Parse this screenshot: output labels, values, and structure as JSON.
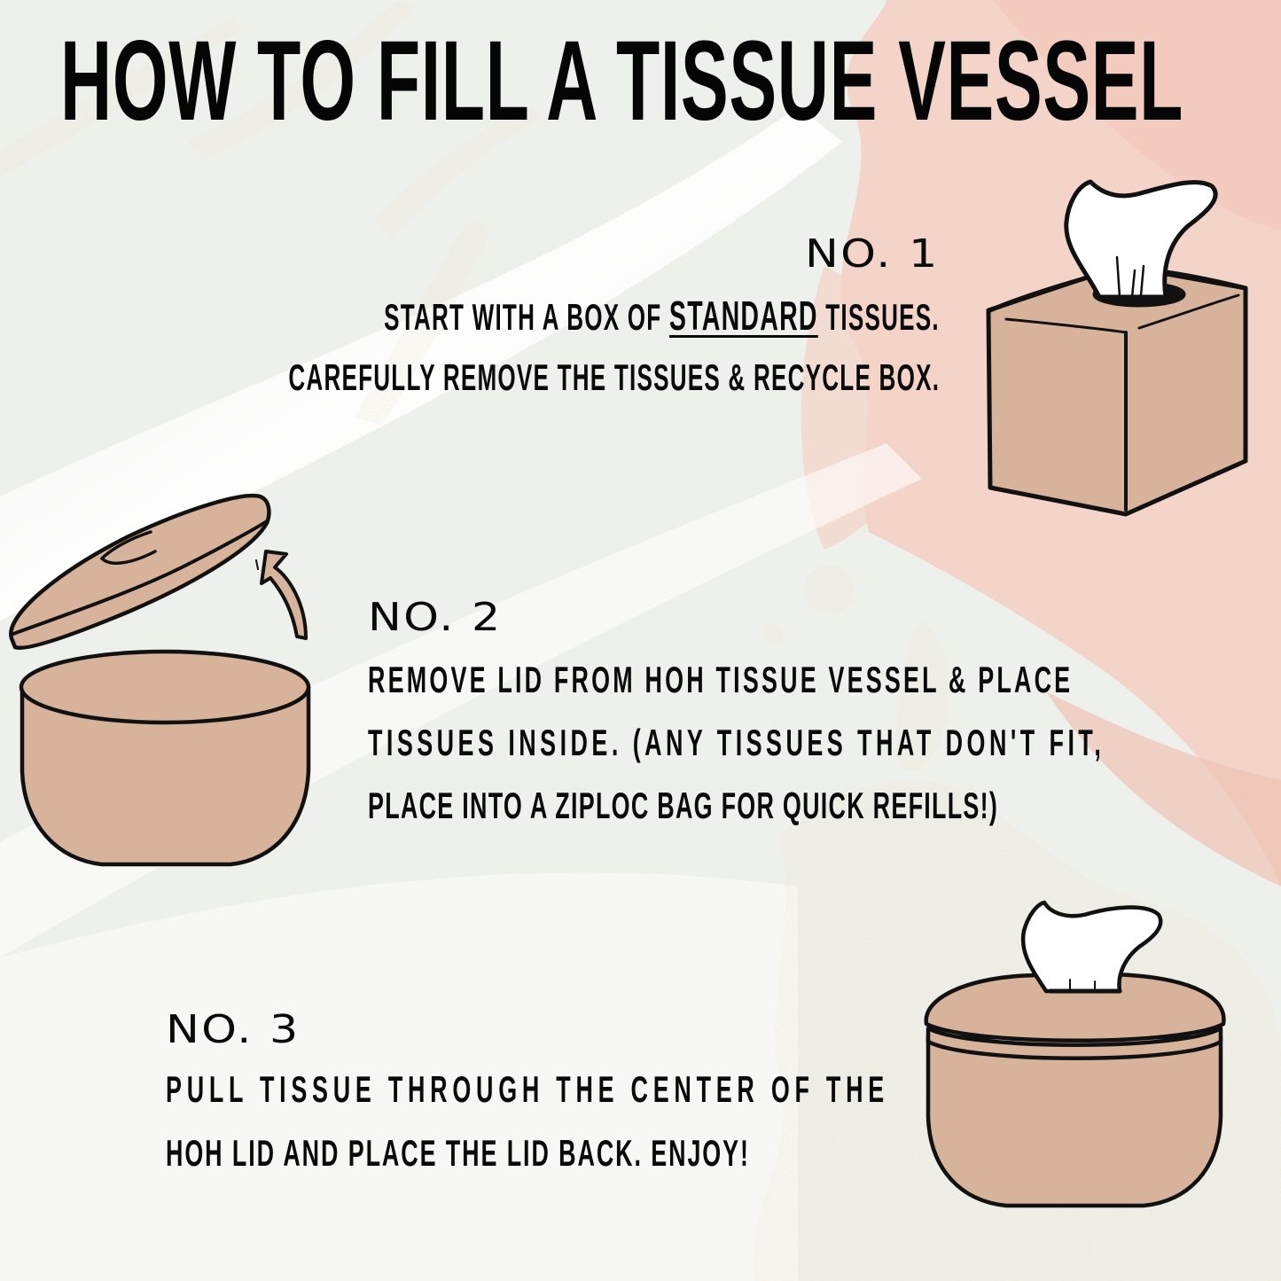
{
  "title": "HOW TO FILL A TISSUE VESSEL",
  "colors": {
    "background": "#eef0ec",
    "pink_wash": "#f4d3c8",
    "gold_glitter": "#d9c9a0",
    "tan_fill": "#d7b39c",
    "outline": "#111111",
    "tissue": "#ffffff",
    "text": "#050505"
  },
  "steps": [
    {
      "number": "NO. 1",
      "lines": [
        {
          "before": "START WITH A BOX OF ",
          "emphasis": "STANDARD",
          "after": " TISSUES."
        },
        {
          "text": "CAREFULLY REMOVE THE TISSUES & RECYCLE BOX."
        }
      ],
      "illustration": "tissue-box-icon"
    },
    {
      "number": "NO. 2",
      "lines": [
        {
          "text": "REMOVE LID FROM HOH TISSUE VESSEL & PLACE"
        },
        {
          "text": "TISSUES INSIDE. (ANY TISSUES THAT DON'T FIT,"
        },
        {
          "text": "PLACE INTO A ZIPLOC BAG FOR QUICK REFILLS!)"
        }
      ],
      "illustration": "open-vessel-with-lid-icon"
    },
    {
      "number": "NO. 3",
      "lines": [
        {
          "text": "PULL TISSUE THROUGH THE CENTER OF THE"
        },
        {
          "text": "HOH LID AND PLACE THE LID BACK. ENJOY!"
        }
      ],
      "illustration": "filled-vessel-icon"
    }
  ]
}
